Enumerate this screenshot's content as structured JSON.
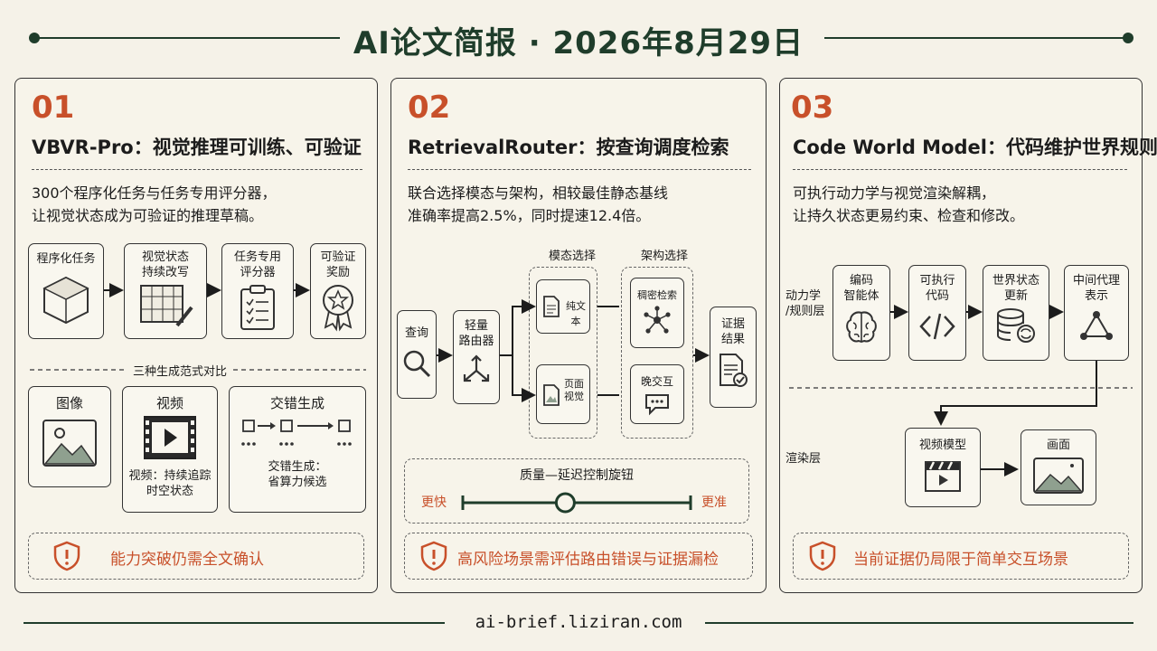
{
  "header": {
    "title": "AI论文简报 · 2026年8月29日"
  },
  "footer": {
    "url": "ai-brief.liziran.com"
  },
  "panels": [
    {
      "number": "01",
      "title": "VBVR-Pro：视觉推理可训练、可验证",
      "desc": [
        "300个程序化任务与任务专用评分器，",
        "让视觉状态成为可验证的推理草稿。"
      ],
      "flow": [
        "程序化任务",
        "视觉状态\n持续改写",
        "任务专用\n评分器",
        "可验证\n奖励"
      ],
      "compare_label": "三种生成范式对比",
      "compare": [
        {
          "name": "图像",
          "note": ""
        },
        {
          "name": "视频",
          "note": "视频：持续追踪\n时空状态"
        },
        {
          "name": "交错生成",
          "note": "交错生成：\n省算力候选"
        }
      ],
      "warning": "能力突破仍需全文确认"
    },
    {
      "number": "02",
      "title": "RetrievalRouter：按查询调度检索",
      "desc": [
        "联合选择模态与架构，相较最佳静态基线",
        "准确率提高2.5%，同时提速12.4倍。"
      ],
      "query": "查询",
      "router": "轻量\n路由器",
      "modality_label": "模态选择",
      "modalities": [
        "纯文本",
        "页面\n视觉"
      ],
      "arch_label": "架构选择",
      "archs": [
        "稠密检索",
        "晚交互"
      ],
      "result": "证据\n结果",
      "knob": {
        "title": "质量—延迟控制旋钮",
        "left": "更快",
        "right": "更准",
        "position": 0.45
      },
      "warning": "高风险场景需评估路由错误与证据漏检"
    },
    {
      "number": "03",
      "title": "Code World Model：代码维护世界规则",
      "desc": [
        "可执行动力学与视觉渲染解耦，",
        "让持久状态更易约束、检查和修改。"
      ],
      "layer_top": "动力学\n/规则层",
      "flow": [
        "编码\n智能体",
        "可执行\n代码",
        "世界状态\n更新",
        "中间代理\n表示"
      ],
      "layer_bottom": "渲染层",
      "render": [
        "视频模型",
        "画面"
      ],
      "warning": "当前证据仍局限于简单交互场景"
    }
  ],
  "colors": {
    "accent": "#c8502a",
    "primary": "#1f3d2b",
    "icon_fill": "#8fa08f"
  }
}
